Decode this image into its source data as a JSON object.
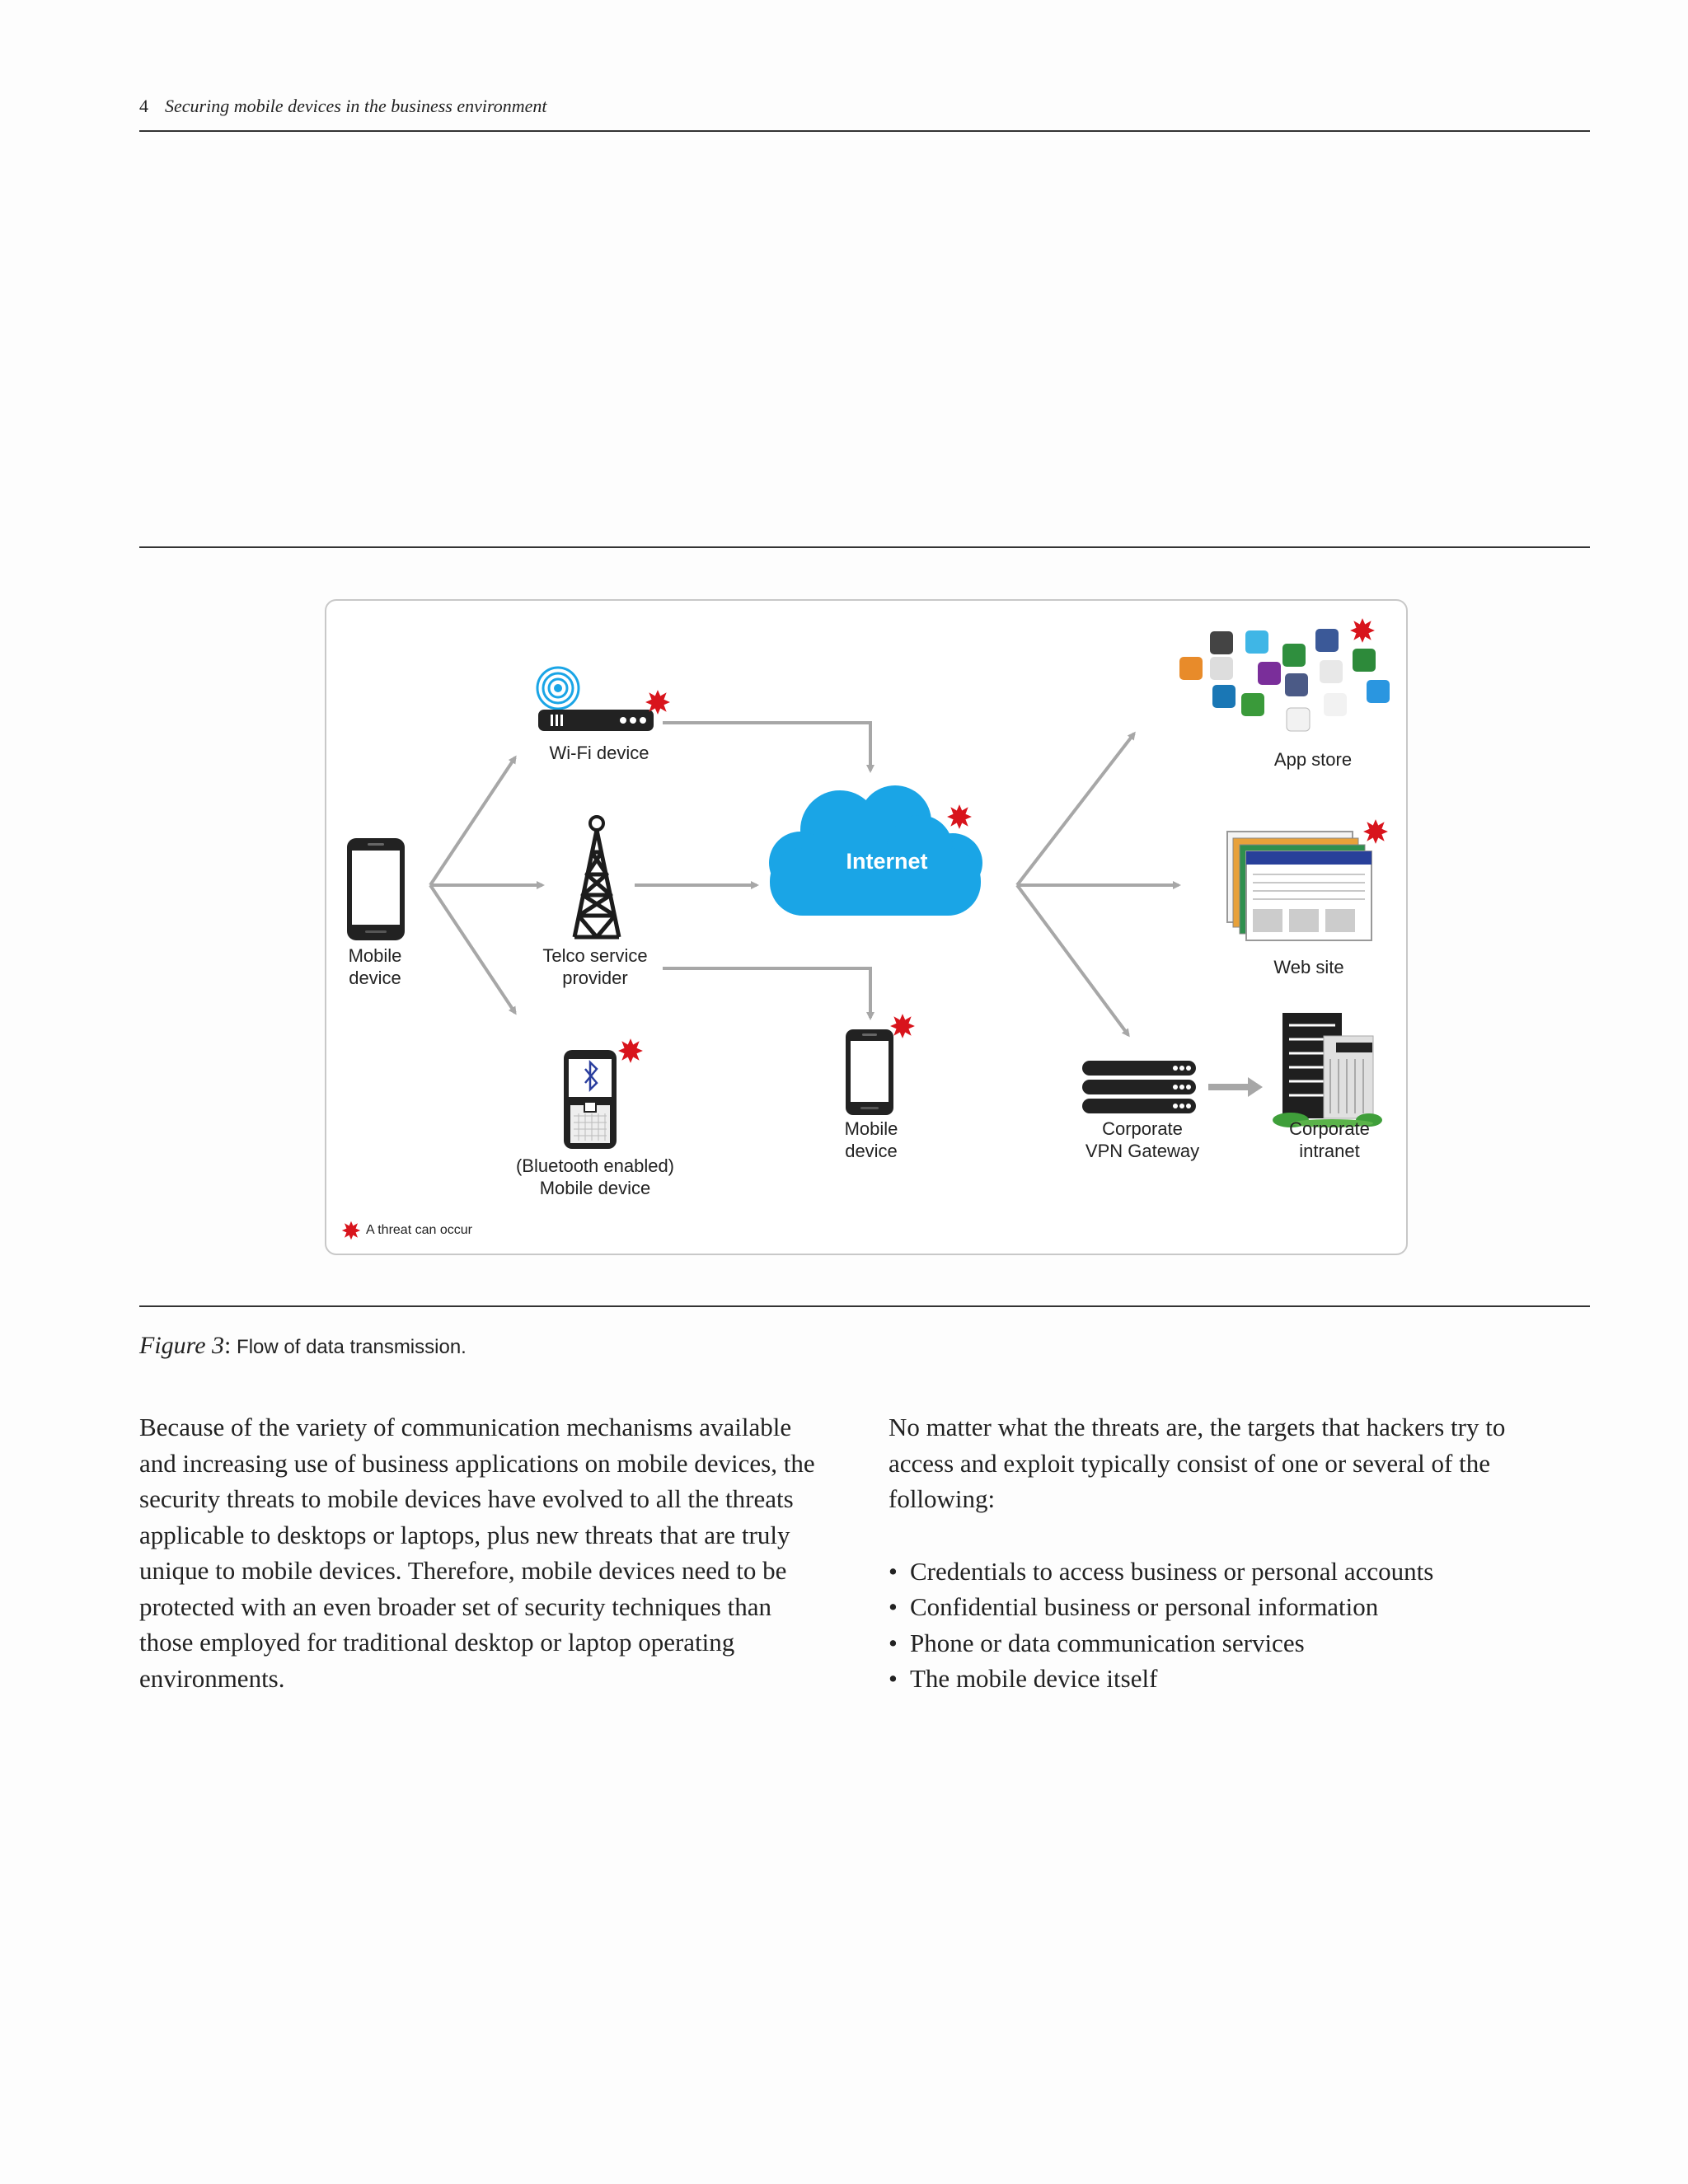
{
  "header": {
    "page_number": "4",
    "title": "Securing mobile devices in the business environment"
  },
  "figure": {
    "nodes": {
      "mobile_left": [
        "Mobile",
        "device"
      ],
      "wifi": [
        "Wi-Fi device"
      ],
      "telco": [
        "Telco service",
        "provider"
      ],
      "bluetooth": [
        "(Bluetooth enabled)",
        "Mobile device"
      ],
      "internet": "Internet",
      "mobile_center": [
        "Mobile",
        "device"
      ],
      "app_store": [
        "App store"
      ],
      "web_site": [
        "Web site"
      ],
      "vpn": [
        "Corporate",
        "VPN Gateway"
      ],
      "intranet": [
        "Corporate",
        "intranet"
      ]
    },
    "legend": "A threat can occur",
    "colors": {
      "threat": "#d8141c",
      "cloud": "#1aa5e6",
      "arrow": "#a7a7a7"
    }
  },
  "caption": {
    "figure_label": "Figure 3",
    "separator": ":",
    "text": " Flow of data transmission."
  },
  "left_paragraph": "Because of the variety of communication mechanisms available and increasing use of business applications on mobile devices, the security threats to mobile devices have evolved to all the threats applicable to desktops or laptops, plus new threats that are truly unique to mobile devices. Therefore, mobile devices need to be protected with an even broader set of security techniques than those employed for traditional desktop or laptop operating environments.",
  "right_intro": "No matter what the threats are, the targets that hackers try to access and exploit typically consist of one or several of the following:",
  "targets": [
    "Credentials to access business or personal accounts",
    "Confidential business or personal information",
    "Phone or data communication services",
    "The mobile device itself"
  ]
}
